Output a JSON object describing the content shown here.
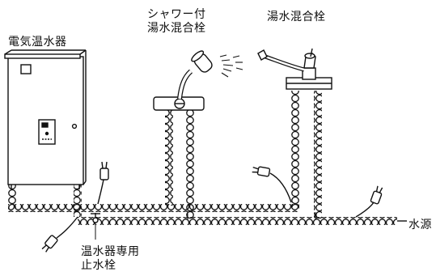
{
  "labels": {
    "heater": "電気温水器",
    "shower_line1": "シャワー付",
    "shower_line2": "湯水混合栓",
    "mixer": "湯水混合栓",
    "source": "水源",
    "stopvalve_line1": "温水器専用",
    "stopvalve_line2": "止水栓"
  },
  "colors": {
    "ink": "#111111",
    "paper": "#ffffff"
  }
}
